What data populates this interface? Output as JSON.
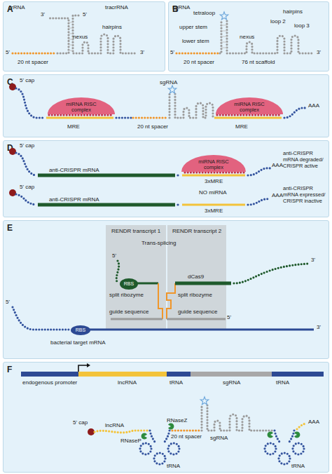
{
  "diagram": {
    "nodes": [
      {
        "text": [
          "A"
        ]
      },
      {
        "text": [
          "B"
        ]
      },
      {
        "text": [
          "C"
        ]
      },
      {
        "text": [
          "miRNA RISC complex"
        ],
        "in": 2
      },
      {
        "text": [
          "miRNA RISC complex"
        ],
        "in": 2
      },
      {
        "text": [
          "D"
        ]
      },
      {
        "text": [
          "miRNA RISC complex"
        ],
        "in": 5
      },
      {
        "text": [
          "E"
        ]
      },
      {
        "text": [
          "RENDR transcript 1"
        ],
        "in": 7
      },
      {
        "text": [
          "RENDR transcript 2"
        ],
        "in": 7
      },
      {
        "text": [
          "RBS"
        ],
        "in": 8
      },
      {
        "text": [
          "RBS"
        ],
        "in": 7
      },
      {
        "text": [
          "F"
        ]
      }
    ],
    "labels": [
      "crRNA",
      "tracrRNA",
      "3'",
      "5'",
      "nexus",
      "hairpins",
      "5'",
      "3'",
      "20 nt spacer",
      "sgRNA",
      "tetraloop",
      "upper stem",
      "lower stem",
      "nexus",
      "hairpins",
      "loop 2",
      "loop 3",
      "5'",
      "3'",
      "20 nt spacer",
      "76 nt scaffold",
      "5' cap",
      "MRE",
      "20 nt spacer",
      "sgRNA",
      "MRE",
      "AAA",
      "5' cap",
      "anti-CRISPR mRNA",
      "3xMRE",
      "AAA",
      "anti-CRISPR mRNA degraded/ CRISPR active",
      "5' cap",
      "anti-CRISPR mRNA",
      "NO miRNA",
      "3xMRE",
      "AAA",
      "anti-CRISPR mRNA expressed/ CRISPR inactive",
      "Trans-splicing",
      "5'",
      "split ribozyme",
      "guide sequence",
      "dCas9",
      "3'",
      "split ribozyme",
      "guide sequence",
      "5'",
      "5'",
      "bacterial target mRNA",
      "3'",
      "endogenous promoter",
      "lncRNA",
      "tRNA",
      "sgRNA",
      "tRNA",
      "5' cap",
      "lncRNA",
      "20 nt spacer",
      "sgRNA",
      "RNaseP",
      "RNaseZ",
      "tRNA",
      "tRNA",
      "AAA"
    ]
  }
}
